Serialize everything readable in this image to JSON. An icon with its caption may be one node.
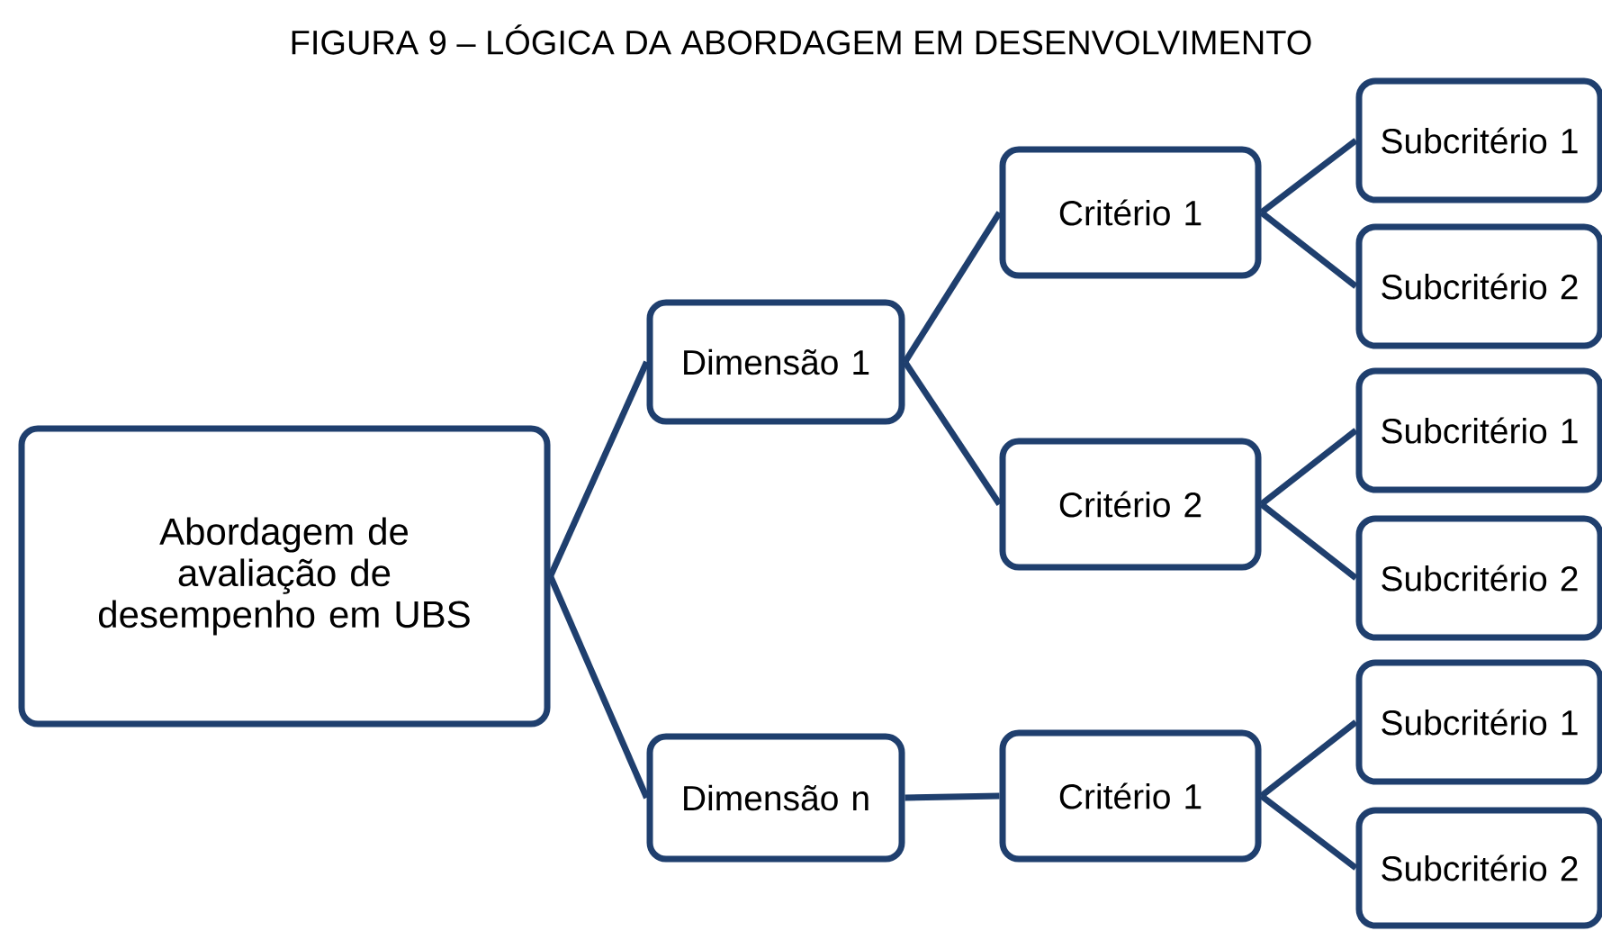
{
  "diagram": {
    "title": "FIGURA 9 – LÓGICA DA ABORDAGEM EM DESENVOLVIMENTO",
    "nodes": [
      {
        "text": [
          "Abordagem de avaliação de desempenho em UBS"
        ]
      },
      {
        "text": [
          "Dimensão 1"
        ]
      },
      {
        "text": [
          "Dimensão n"
        ]
      },
      {
        "text": [
          "Critério 1"
        ]
      },
      {
        "text": [
          "Critério 2"
        ]
      },
      {
        "text": [
          "Critério 1"
        ]
      },
      {
        "text": [
          "Subcritério 1"
        ]
      },
      {
        "text": [
          "Subcritério 2"
        ]
      },
      {
        "text": [
          "Subcritério 1"
        ]
      },
      {
        "text": [
          "Subcritério 2"
        ]
      },
      {
        "text": [
          "Subcritério 1"
        ]
      },
      {
        "text": [
          "Subcritério 2"
        ]
      }
    ],
    "edges": [
      {
        "from": 0,
        "to": 1,
        "arrow": "none"
      },
      {
        "from": 0,
        "to": 2,
        "arrow": "none"
      },
      {
        "from": 1,
        "to": 3,
        "arrow": "none"
      },
      {
        "from": 1,
        "to": 4,
        "arrow": "none"
      },
      {
        "from": 2,
        "to": 5,
        "arrow": "none"
      },
      {
        "from": 3,
        "to": 6,
        "arrow": "none"
      },
      {
        "from": 3,
        "to": 7,
        "arrow": "none"
      },
      {
        "from": 4,
        "to": 8,
        "arrow": "none"
      },
      {
        "from": 4,
        "to": 9,
        "arrow": "none"
      },
      {
        "from": 5,
        "to": 10,
        "arrow": "none"
      },
      {
        "from": 5,
        "to": 11,
        "arrow": "none"
      }
    ]
  }
}
